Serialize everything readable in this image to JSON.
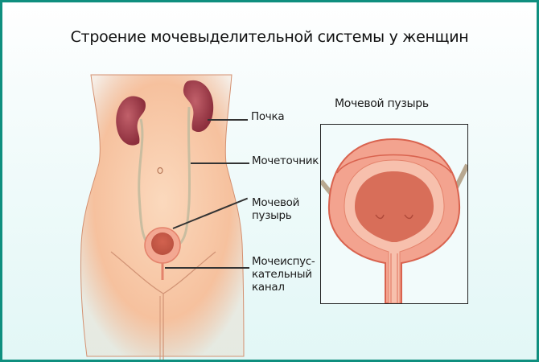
{
  "title": "Строение мочевыделительной системы у женщин",
  "labels": {
    "kidney": "Почка",
    "ureter": "Мочеточник",
    "bladder_line1": "Мочевой",
    "bladder_line2": "пузырь",
    "urethra_line1": "Мочеиспус-",
    "urethra_line2": "кательный",
    "urethra_line3": "канал"
  },
  "inset": {
    "title": "Мочевой пузырь"
  },
  "colors": {
    "border": "#0f8f7f",
    "skin": "#f7c9a6",
    "kidney": "#a8404e",
    "bladder": "#e9806c",
    "ureter": "#c9bda0"
  }
}
